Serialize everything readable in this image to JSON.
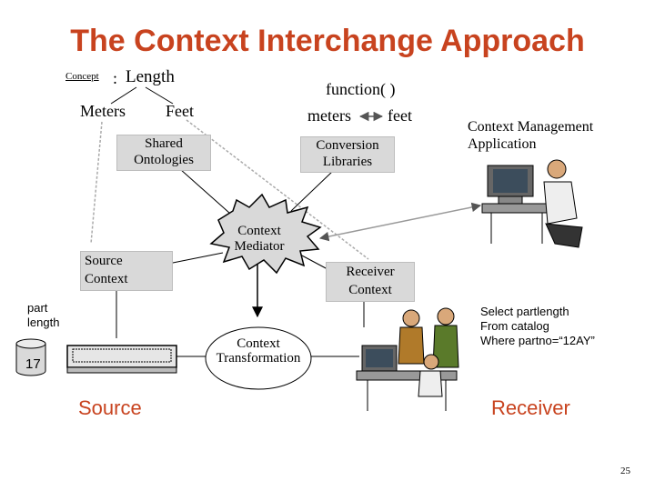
{
  "title": "The Context Interchange Approach",
  "concept": {
    "prefix": "Concept",
    "colon": ":",
    "name": "Length",
    "unit1": "Meters",
    "unit2": "Feet"
  },
  "function": {
    "label": "function( )",
    "from": "meters",
    "to": "feet"
  },
  "boxes": {
    "shared_ontologies": [
      "Shared",
      "Ontologies"
    ],
    "conversion_libraries": [
      "Conversion",
      "Libraries"
    ],
    "source_context": [
      "Source",
      "Context"
    ],
    "receiver_context": [
      "Receiver",
      "Context"
    ]
  },
  "mediator": [
    "Context",
    "Mediator"
  ],
  "transformation": [
    "Context",
    "Transformation"
  ],
  "management": [
    "Context Management",
    "Application"
  ],
  "source_data": {
    "label": [
      "part",
      "length"
    ],
    "value": "17"
  },
  "query": [
    "Select partlength",
    "From catalog",
    "Where partno=“12AY”"
  ],
  "source_label": "Source",
  "receiver_label": "Receiver",
  "page_number": "25",
  "colors": {
    "title": "#c8431f",
    "box": "#d9d9d9",
    "mediator": "#d9d9d9"
  }
}
